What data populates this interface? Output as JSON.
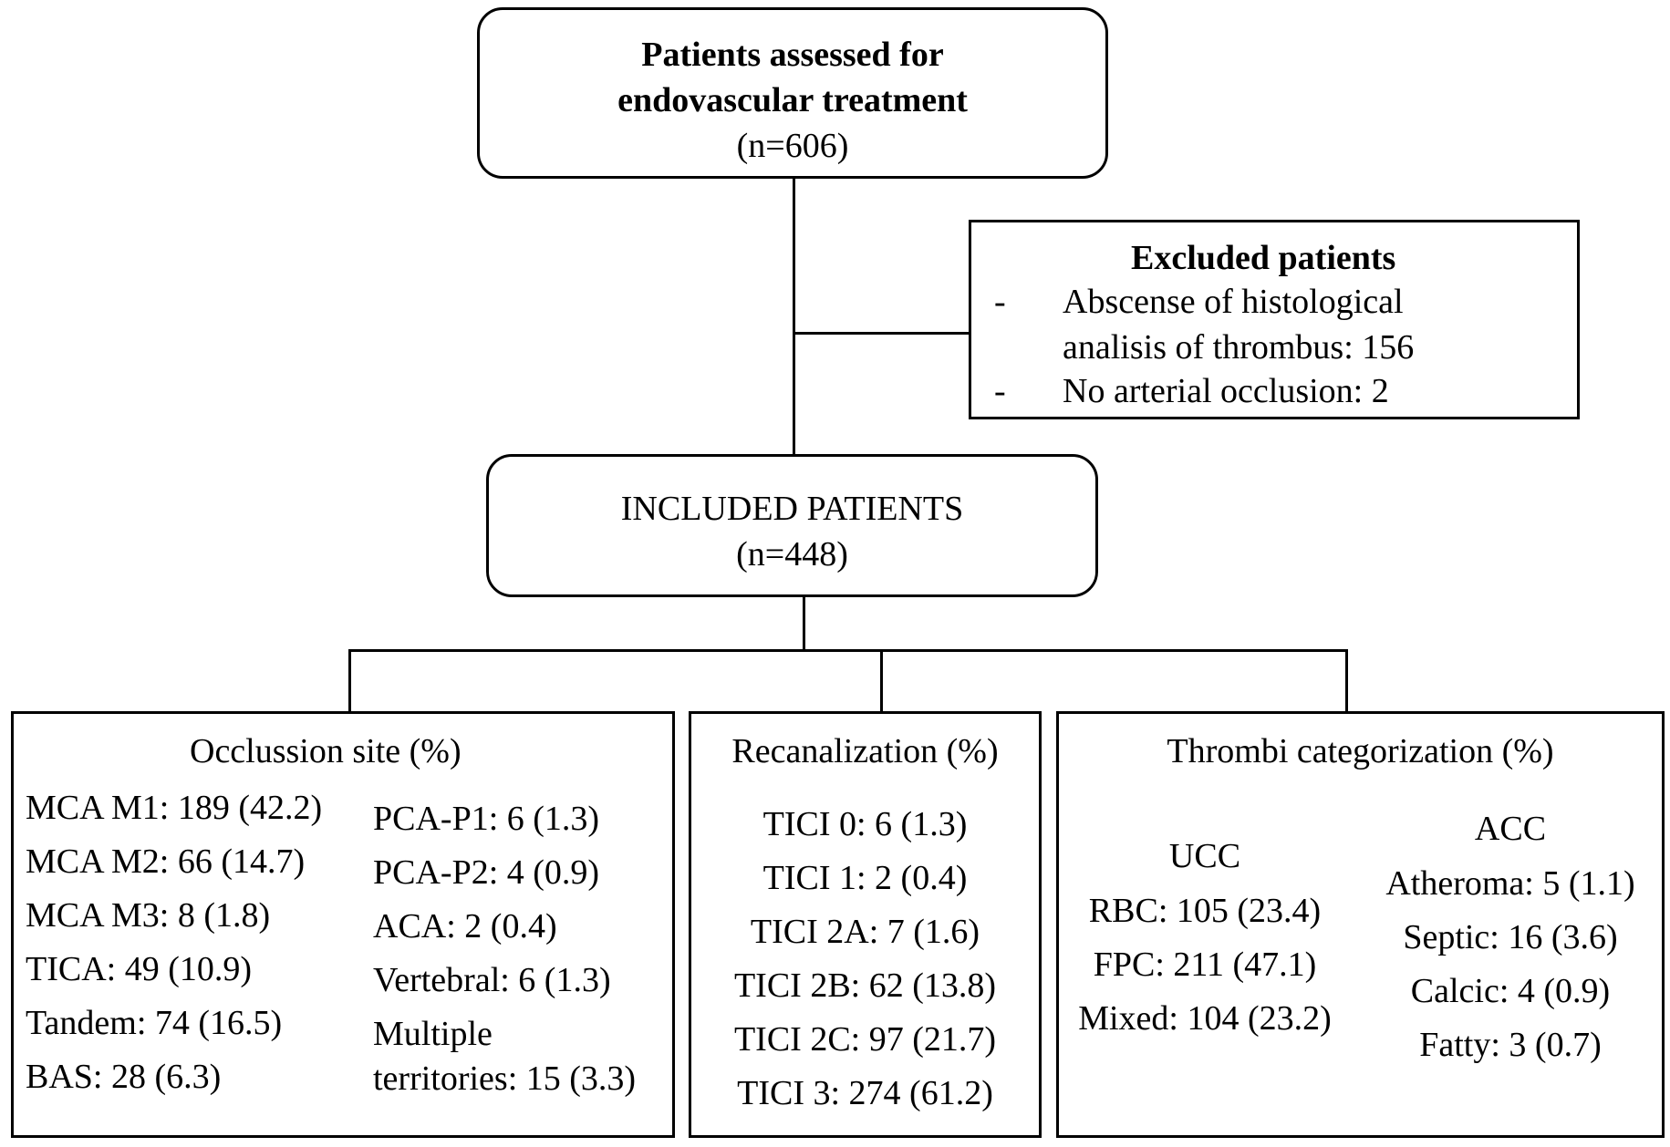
{
  "assessed": {
    "title_line1": "Patients assessed for",
    "title_line2": "endovascular treatment",
    "n": "(n=606)"
  },
  "excluded": {
    "title": "Excluded patients",
    "bullet": "-",
    "item1_line1": "Abscense of histological",
    "item1_line2": "analisis of thrombus: 156",
    "item2": "No arterial occlusion: 2"
  },
  "included": {
    "title": "INCLUDED PATIENTS",
    "n": "(n=448)"
  },
  "occlusion": {
    "title": "Occlussion site (%)",
    "left": [
      "MCA M1: 189 (42.2)",
      "MCA M2: 66 (14.7)",
      "MCA M3: 8 (1.8)",
      "TICA: 49 (10.9)",
      "Tandem: 74 (16.5)",
      "BAS: 28 (6.3)"
    ],
    "right": [
      "PCA-P1: 6 (1.3)",
      "PCA-P2: 4 (0.9)",
      "ACA: 2 (0.4)",
      "Vertebral: 6 (1.3)",
      "Multiple",
      "territories: 15 (3.3)"
    ]
  },
  "recanalization": {
    "title": "Recanalization (%)",
    "items": [
      "TICI 0: 6 (1.3)",
      "TICI 1: 2 (0.4)",
      "TICI 2A: 7 (1.6)",
      "TICI 2B: 62 (13.8)",
      "TICI 2C: 97 (21.7)",
      "TICI 3: 274 (61.2)"
    ]
  },
  "thrombi": {
    "title": "Thrombi categorization (%)",
    "ucc": {
      "label": "UCC",
      "items": [
        "RBC: 105 (23.4)",
        "FPC: 211 (47.1)",
        "Mixed: 104 (23.2)"
      ]
    },
    "acc": {
      "label": "ACC",
      "items": [
        "Atheroma: 5 (1.1)",
        "Septic: 16 (3.6)",
        "Calcic: 4 (0.9)",
        "Fatty: 3 (0.7)"
      ]
    }
  }
}
